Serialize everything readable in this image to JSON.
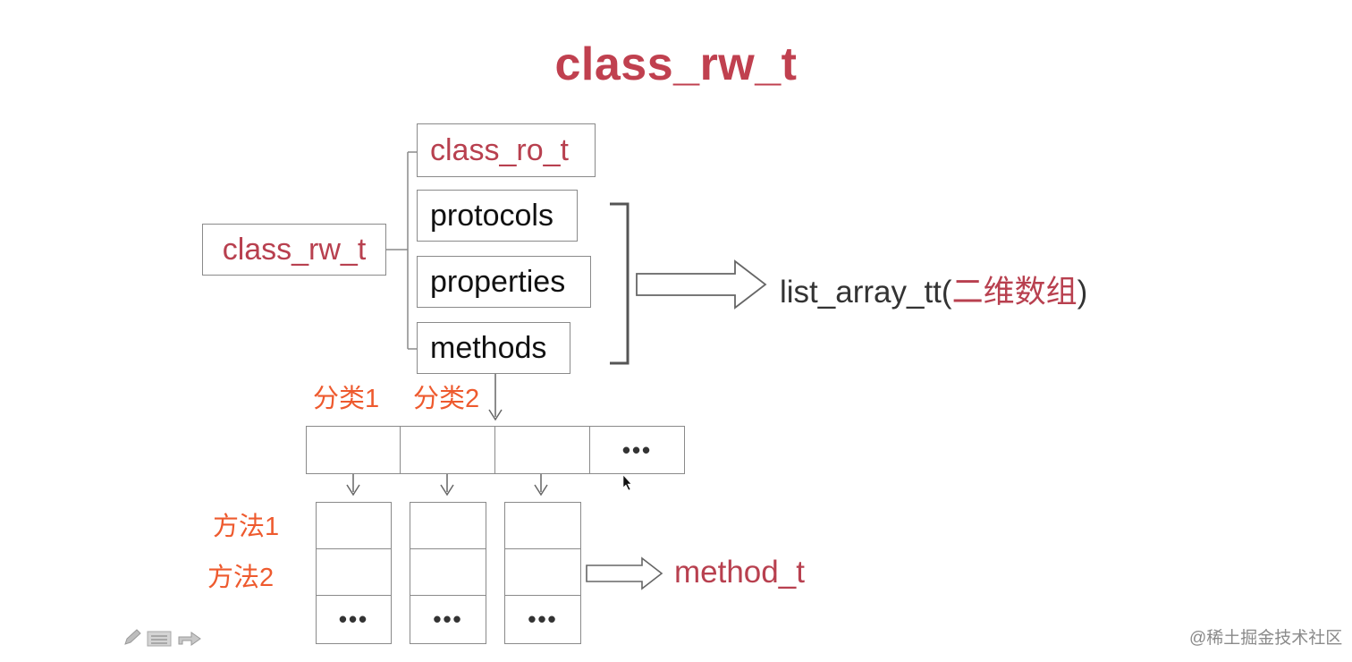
{
  "title": "class_rw_t",
  "nodes": {
    "root": "class_rw_t",
    "ro": "class_ro_t",
    "protocols": "protocols",
    "properties": "properties",
    "methods": "methods"
  },
  "list_label": {
    "prefix": "list_array_tt(",
    "accent": "二维数组",
    "suffix": ")"
  },
  "categories": {
    "cat1": "分类1",
    "cat2": "分类2"
  },
  "method_labels": {
    "m1": "方法1",
    "m2": "方法2"
  },
  "dots": "•••",
  "method_target": "method_t",
  "watermark": "@稀土掘金技术社区",
  "colors": {
    "title": "#c0404f",
    "accent": "#b8404f",
    "labels": "#ee5a2e",
    "border": "#8a8a8a"
  },
  "icons": [
    "pencil-icon",
    "list-icon",
    "share-arrow-icon"
  ]
}
